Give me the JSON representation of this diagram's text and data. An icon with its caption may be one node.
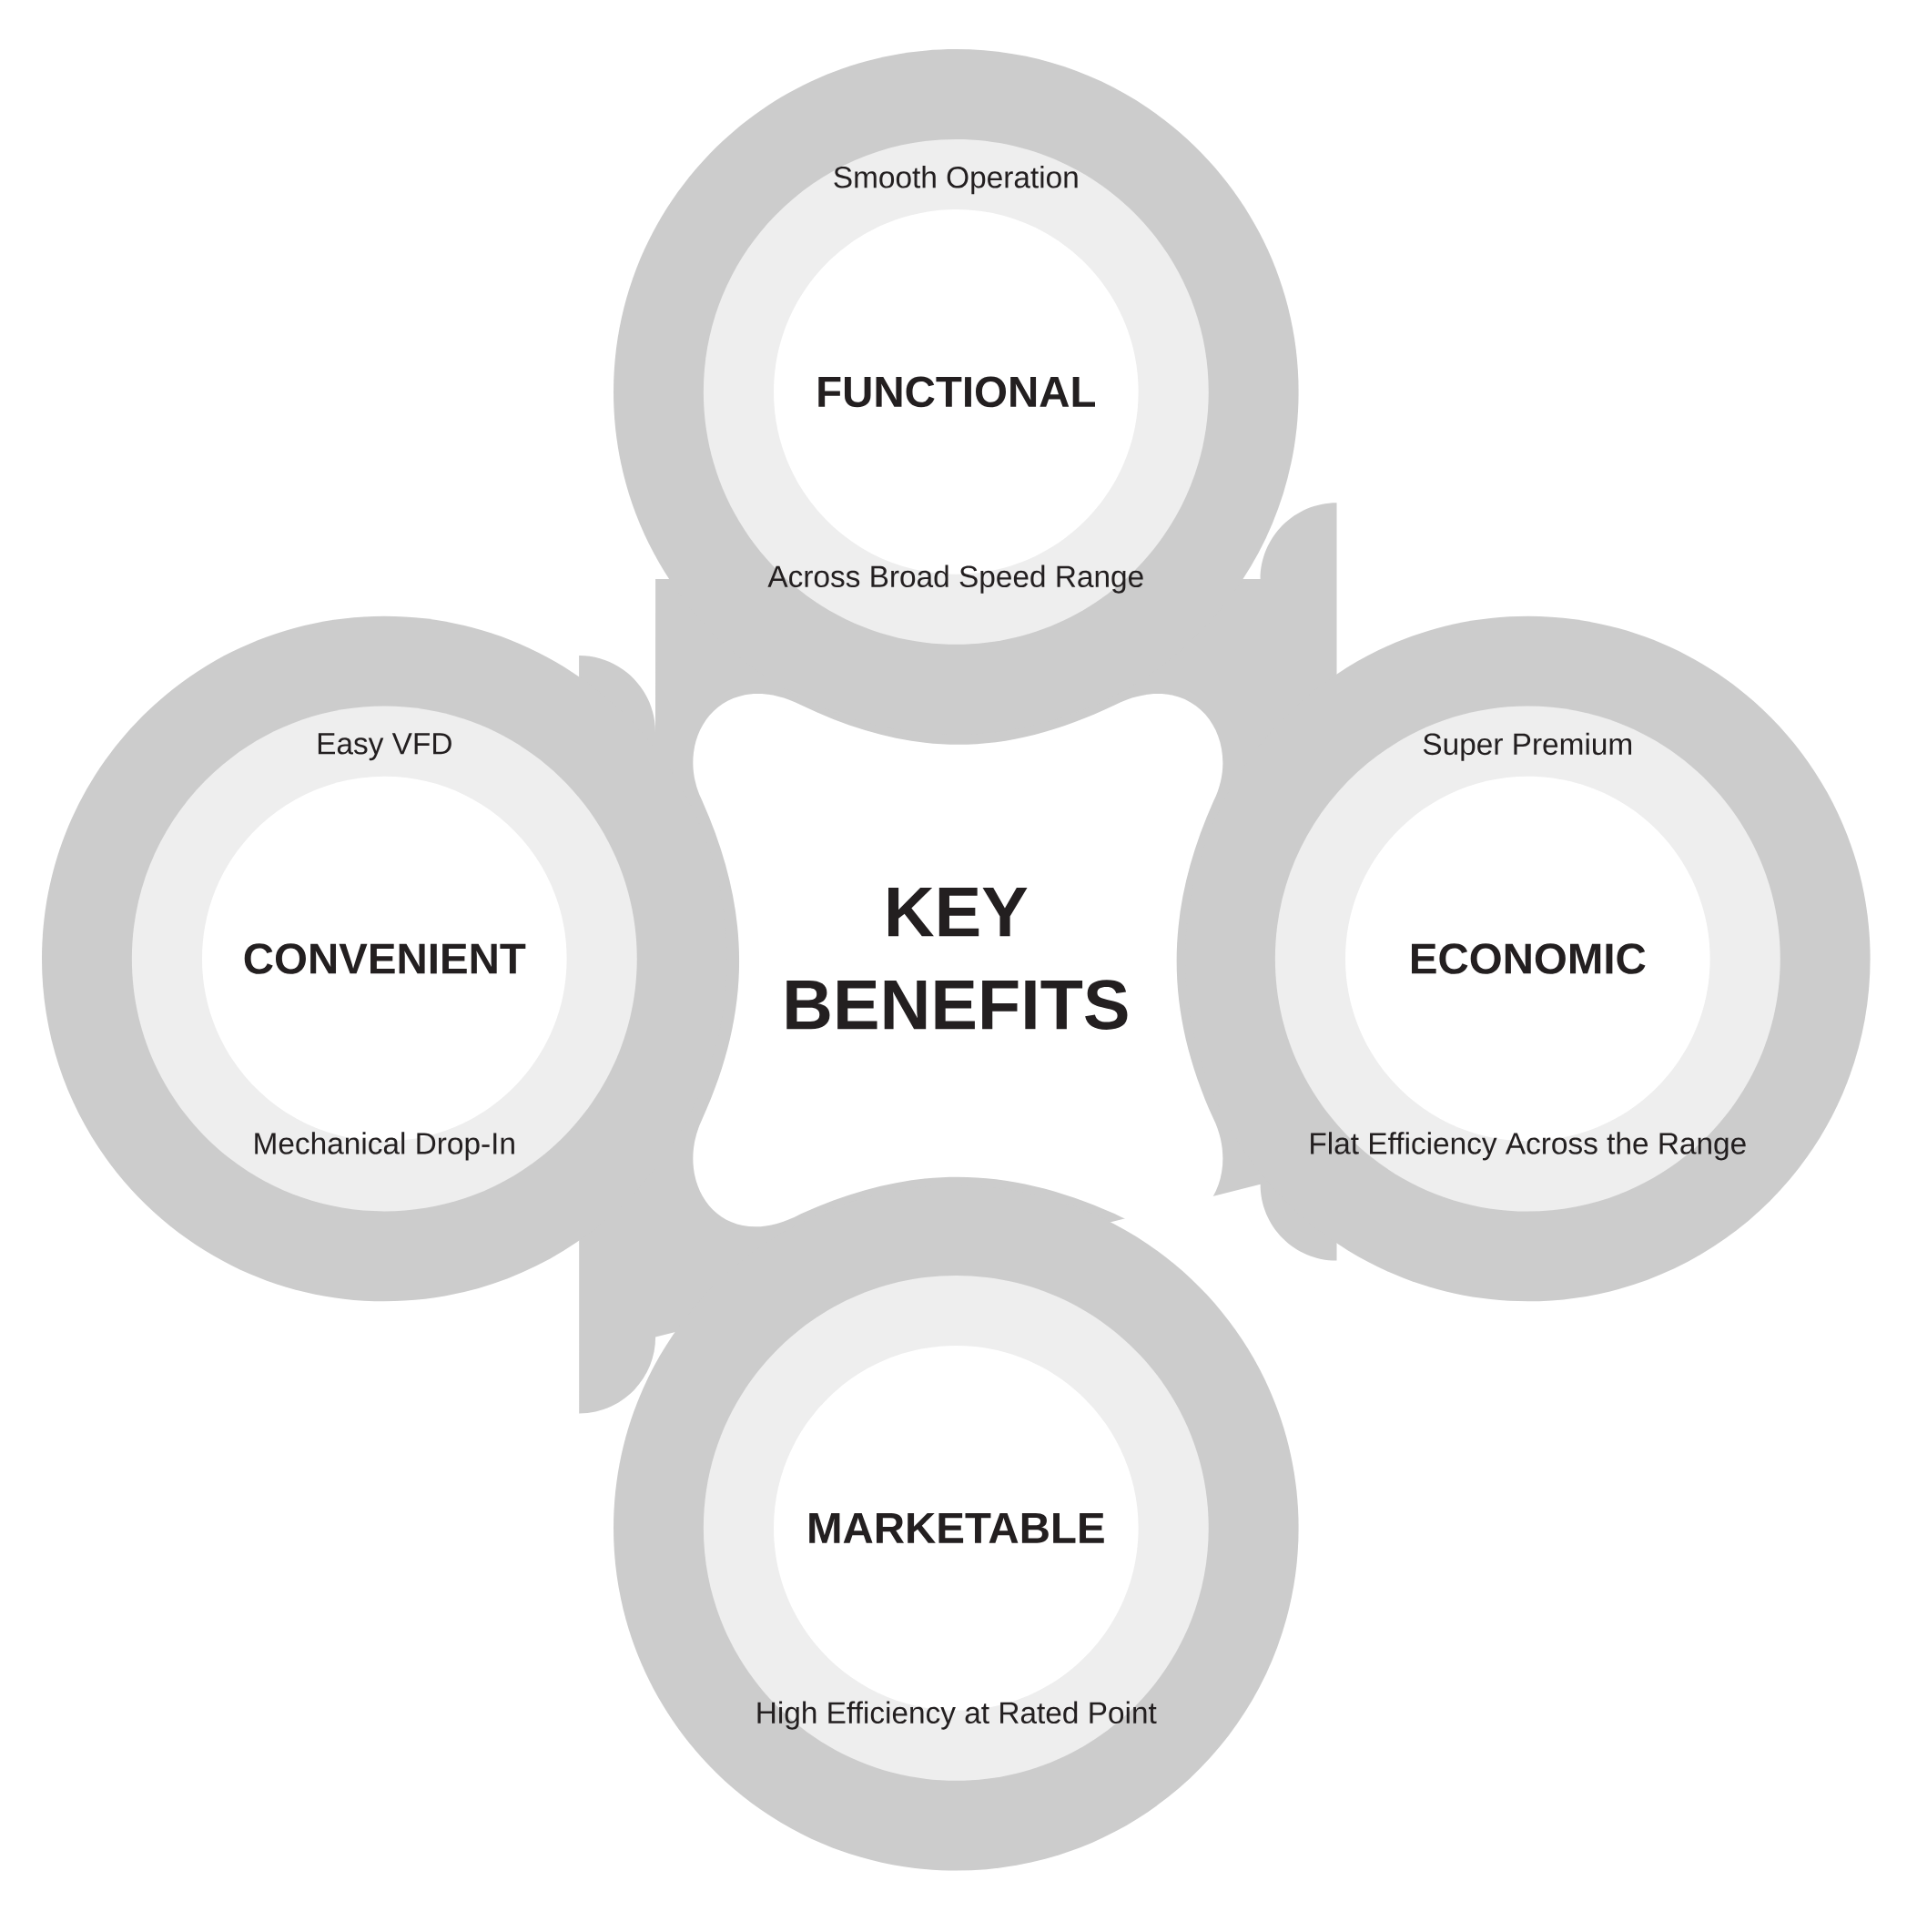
{
  "diagram": {
    "nodes": [
      {
        "text": [
          "Smooth Operation",
          "FUNCTIONAL",
          "Across Broad Speed Range"
        ]
      },
      {
        "text": [
          "Easy VFD",
          "CONVENIENT",
          "Mechanical Drop-In"
        ]
      },
      {
        "text": [
          "KEY BENEFITS"
        ]
      },
      {
        "text": [
          "Super Premium",
          "ECONOMIC",
          "Flat Efficiency Across the Range"
        ]
      },
      {
        "text": [
          "MARKETABLE",
          "High Efficiency at Rated Point"
        ]
      }
    ]
  }
}
